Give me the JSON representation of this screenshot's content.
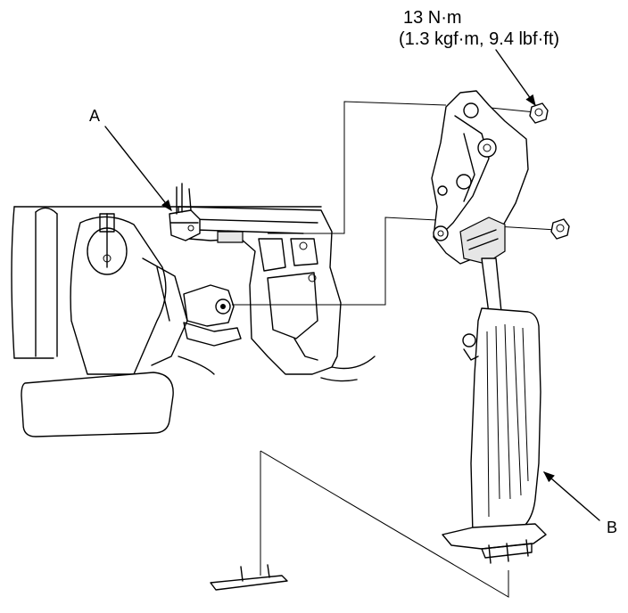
{
  "torque_spec": {
    "line1": "13 N·m",
    "line2": "(1.3 kgf·m, 9.4 lbf·ft)"
  },
  "callouts": {
    "a": "A",
    "b": "B"
  }
}
